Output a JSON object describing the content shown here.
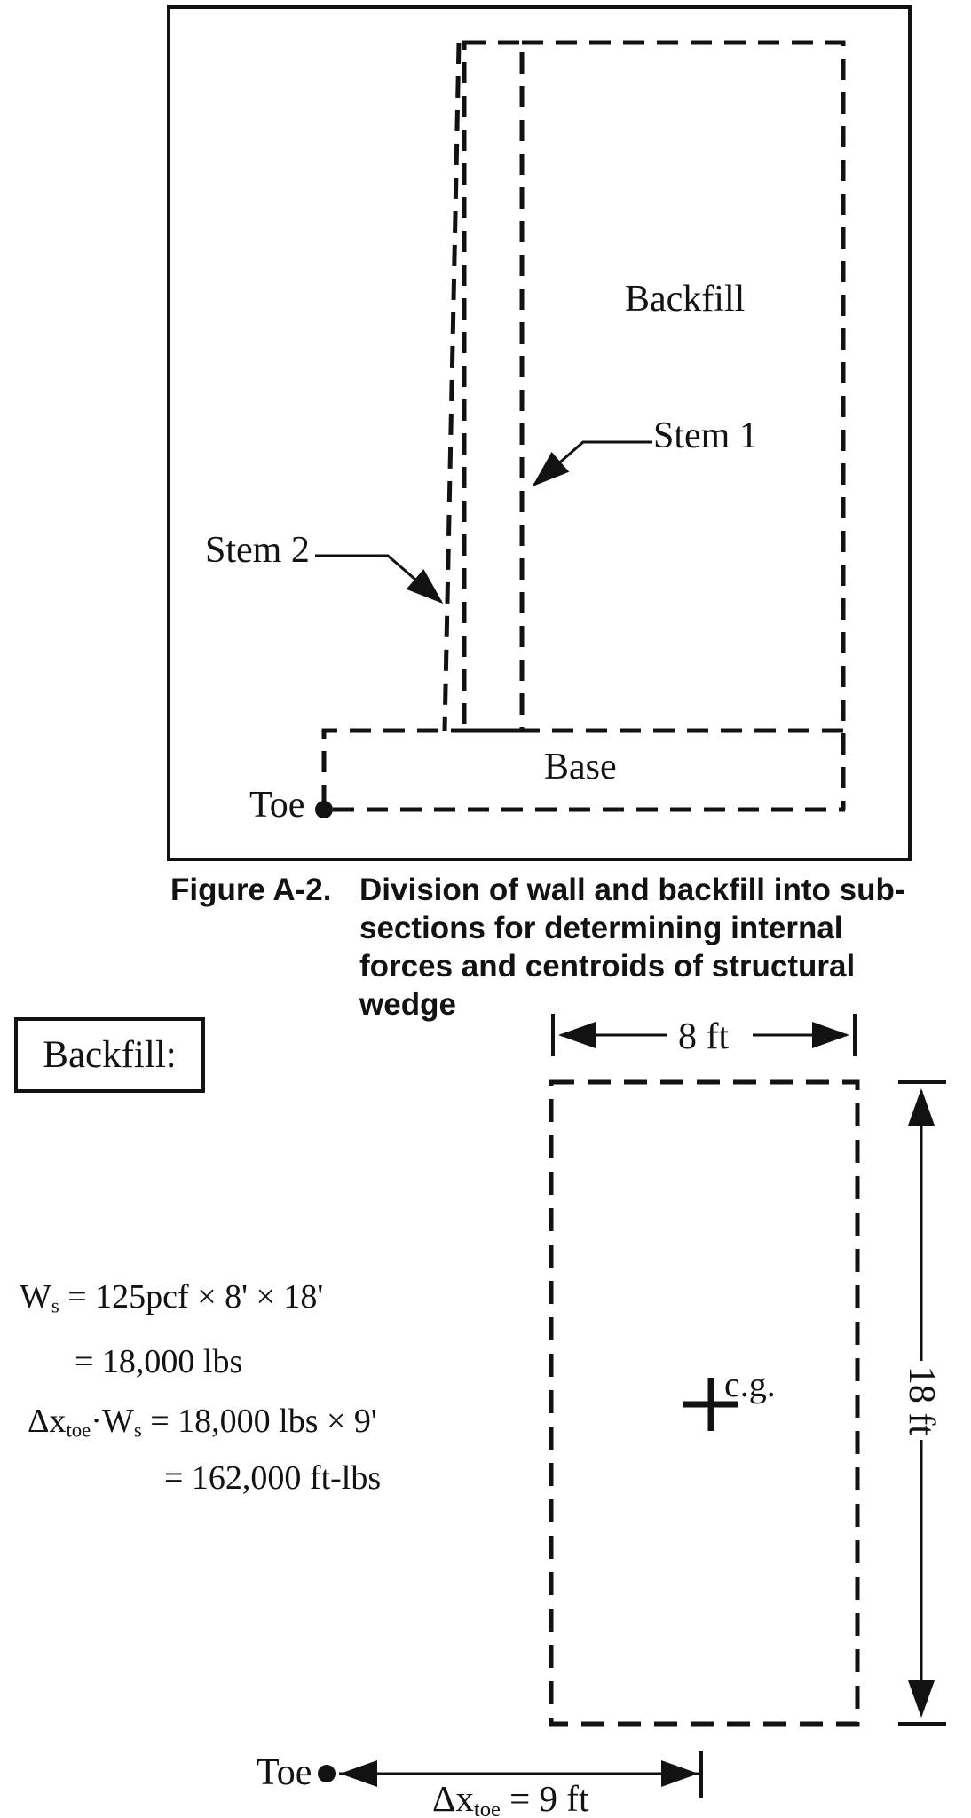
{
  "colors": {
    "ink": "#121212",
    "paper": "#ffffff"
  },
  "figure1": {
    "backfill_label": "Backfill",
    "stem1_label": "Stem 1",
    "stem2_label": "Stem 2",
    "base_label": "Base",
    "toe_label": "Toe"
  },
  "caption": {
    "label": "Figure A-2.",
    "lines": [
      "Division of wall and backfill into sub-",
      "sections for determining internal",
      "forces and centroids of structural",
      "wedge"
    ]
  },
  "heading": {
    "text": "Backfill:"
  },
  "equations": {
    "eq1": {
      "v": "W",
      "v_sub": "s",
      "rhs": " = 125pcf × 8' × 18'"
    },
    "eq2": {
      "text": "= 18,000 lbs"
    },
    "eq3": {
      "t1": "Δx",
      "t1_sub": "toe",
      "t2": "·W",
      "t2_sub": "s",
      "rhs": " = 18,000 lbs × 9'"
    },
    "eq4": {
      "text": "= 162,000 ft-lbs"
    }
  },
  "figure2": {
    "width_dim": "8 ft",
    "height_dim": "18 ft",
    "cg_label": "c.g.",
    "toe_label": "Toe",
    "toe_dim": {
      "t1": "Δx",
      "t1_sub": "toe",
      "rhs": " = 9 ft"
    }
  }
}
